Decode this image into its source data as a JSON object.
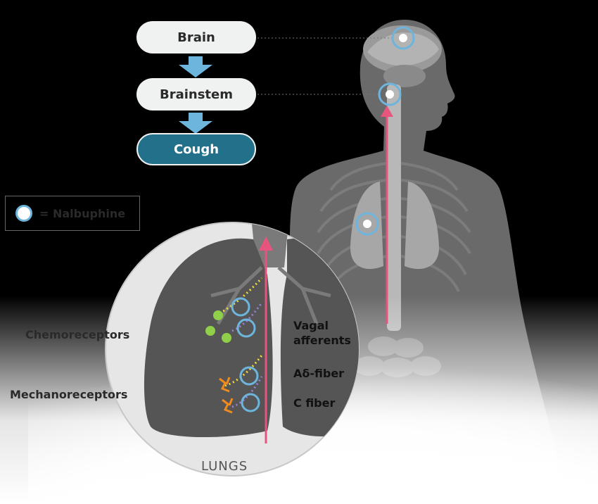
{
  "flow": {
    "step1": "Brain",
    "step2": "Brainstem",
    "step3": "Cough"
  },
  "legend": {
    "text": "= Nalbuphine"
  },
  "labels": {
    "chemoreceptors": "Chemoreceptors",
    "mechanoreceptors": "Mechanoreceptors",
    "vagal_line1": "Vagal",
    "vagal_line2": "afferents",
    "a_delta": "Aδ-fiber",
    "c_fiber": "C fiber",
    "lungs": "LUNGS"
  },
  "colors": {
    "nalbuphine_ring": "#6db5dc",
    "signal_arrow": "#e7557f",
    "cough_box": "#23708b",
    "chemoreceptor": "#8fcf4a",
    "mechanoreceptor": "#f28b1e",
    "fiber_yellow": "#f2dc3b"
  }
}
